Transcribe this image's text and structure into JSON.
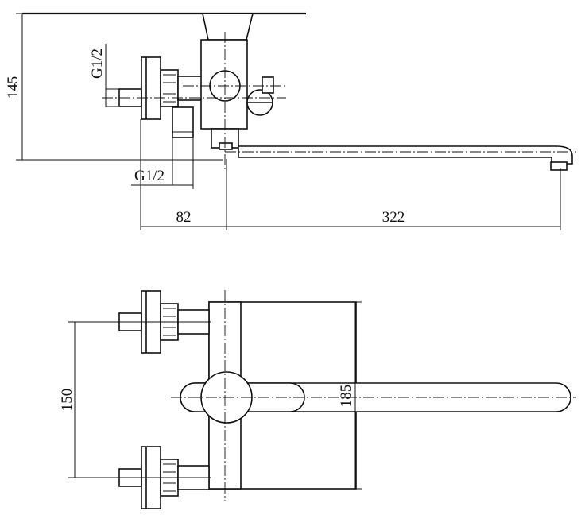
{
  "side_view": {
    "dim_height": "145",
    "dim_inlet_offset": "82",
    "dim_spout_reach": "322",
    "thread_vertical": "G1/2",
    "thread_horizontal": "G1/2"
  },
  "top_view": {
    "dim_inlet_spacing": "150",
    "dim_body_width": "185"
  }
}
